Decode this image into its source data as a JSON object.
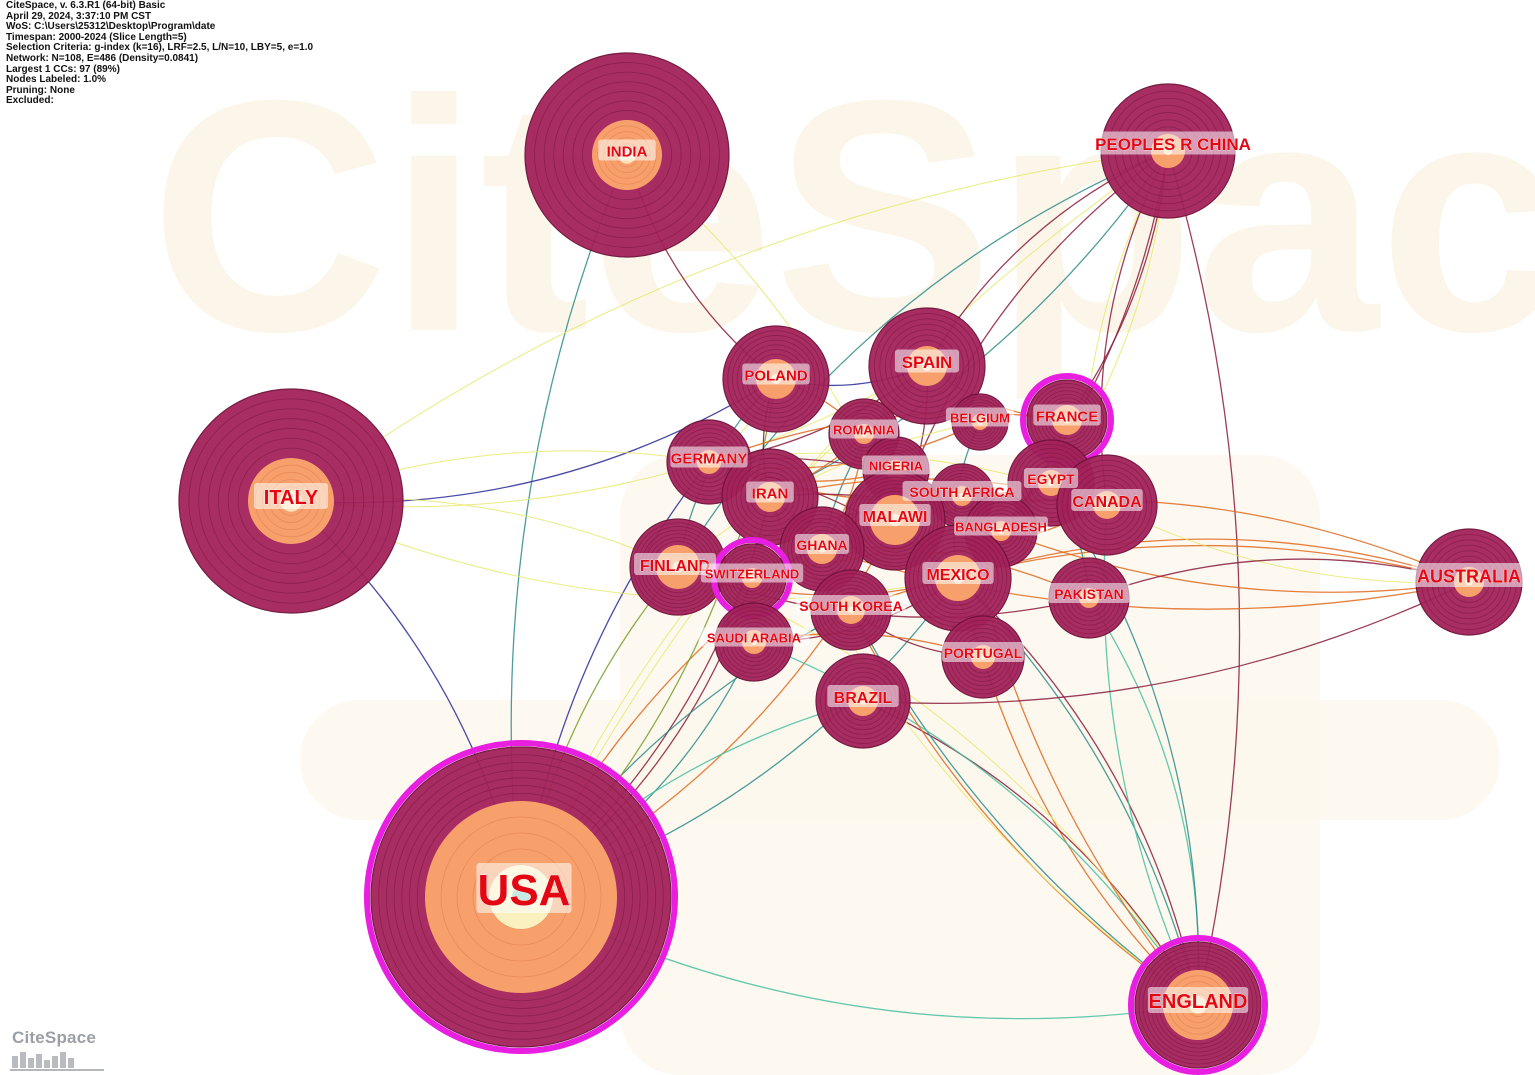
{
  "info": [
    "CiteSpace, v. 6.3.R1 (64-bit) Basic",
    "April 29, 2024, 3:37:10 PM CST",
    "WoS: C:\\Users\\25312\\Desktop\\Program\\date",
    "Timespan: 2000-2024 (Slice Length=5)",
    "Selection Criteria: g-index (k=16), LRF=2.5, L/N=10, LBY=5, e=1.0",
    "Network: N=108, E=486 (Density=0.0841)",
    "Largest 1 CCs: 97 (89%)",
    "Nodes Labeled: 1.0%",
    "Pruning: None",
    "Excluded:"
  ],
  "watermark": "CiteSpace",
  "logo_text": "CiteSpace",
  "colors": {
    "ring_dark": "#a3225a",
    "ring_mid": "#b13064",
    "core": "#f7a06c",
    "center": "#fbf0c0",
    "centrality": "#e81ee0",
    "label": "#e30613",
    "links": [
      "#2e8b8b",
      "#7a9d2e",
      "#e8e86a",
      "#e06a20",
      "#8a1c3c",
      "#2a2a9a",
      "#48c0a0"
    ]
  },
  "nodes": [
    {
      "id": "USA",
      "label": "USA",
      "size": "xl",
      "centrality": true
    },
    {
      "id": "ITALY",
      "label": "ITALY",
      "size": "l",
      "centrality": false
    },
    {
      "id": "INDIA",
      "label": "INDIA",
      "size": "l",
      "centrality": false
    },
    {
      "id": "CHINA",
      "label": "PEOPLES R CHINA",
      "size": "m",
      "centrality": false
    },
    {
      "id": "ENGLAND",
      "label": "ENGLAND",
      "size": "m",
      "centrality": true
    },
    {
      "id": "AUSTRALIA",
      "label": "AUSTRALIA",
      "size": "s",
      "centrality": false
    },
    {
      "id": "SPAIN",
      "label": "SPAIN",
      "size": "s",
      "centrality": false
    },
    {
      "id": "POLAND",
      "label": "POLAND",
      "size": "s",
      "centrality": false
    },
    {
      "id": "FRANCE",
      "label": "FRANCE",
      "size": "s",
      "centrality": true
    },
    {
      "id": "GERMANY",
      "label": "GERMANY",
      "size": "s",
      "centrality": false
    },
    {
      "id": "ROMANIA",
      "label": "ROMANIA",
      "size": "xs",
      "centrality": false
    },
    {
      "id": "BELGIUM",
      "label": "BELGIUM",
      "size": "xs",
      "centrality": false
    },
    {
      "id": "NIGERIA",
      "label": "NIGERIA",
      "size": "xs",
      "centrality": false
    },
    {
      "id": "IRAN",
      "label": "IRAN",
      "size": "s",
      "centrality": false
    },
    {
      "id": "SOUTHAFRICA",
      "label": "SOUTH AFRICA",
      "size": "xs",
      "centrality": false
    },
    {
      "id": "EGYPT",
      "label": "EGYPT",
      "size": "xs",
      "centrality": false
    },
    {
      "id": "CANADA",
      "label": "CANADA",
      "size": "s",
      "centrality": false
    },
    {
      "id": "MALAWI",
      "label": "MALAWI",
      "size": "s",
      "centrality": false
    },
    {
      "id": "BANGLADESH",
      "label": "BANGLADESH",
      "size": "xs",
      "centrality": false
    },
    {
      "id": "GHANA",
      "label": "GHANA",
      "size": "s",
      "centrality": false
    },
    {
      "id": "FINLAND",
      "label": "FINLAND",
      "size": "s",
      "centrality": false
    },
    {
      "id": "SWITZERLAND",
      "label": "SWITZERLAND",
      "size": "xs",
      "centrality": true
    },
    {
      "id": "MEXICO",
      "label": "MEXICO",
      "size": "s",
      "centrality": false
    },
    {
      "id": "SOUTHKOREA",
      "label": "SOUTH KOREA",
      "size": "xs",
      "centrality": false
    },
    {
      "id": "PAKISTAN",
      "label": "PAKISTAN",
      "size": "xs",
      "centrality": false
    },
    {
      "id": "SAUDIARABIA",
      "label": "SAUDI ARABIA",
      "size": "xs",
      "centrality": false
    },
    {
      "id": "PORTUGAL",
      "label": "PORTUGAL",
      "size": "xs",
      "centrality": false
    },
    {
      "id": "BRAZIL",
      "label": "BRAZIL",
      "size": "s",
      "centrality": false
    }
  ],
  "edges": [
    [
      "USA",
      "ITALY",
      5
    ],
    [
      "USA",
      "INDIA",
      0
    ],
    [
      "USA",
      "ENGLAND",
      6
    ],
    [
      "USA",
      "FINLAND",
      1
    ],
    [
      "USA",
      "SWITZERLAND",
      4
    ],
    [
      "USA",
      "GERMANY",
      5
    ],
    [
      "USA",
      "SAUDIARABIA",
      0
    ],
    [
      "USA",
      "GHANA",
      3
    ],
    [
      "USA",
      "IRAN",
      4
    ],
    [
      "USA",
      "SOUTHKOREA",
      0
    ],
    [
      "USA",
      "MALAWI",
      3
    ],
    [
      "USA",
      "SPAIN",
      2
    ],
    [
      "USA",
      "POLAND",
      1
    ],
    [
      "USA",
      "CHINA",
      2
    ],
    [
      "USA",
      "MEXICO",
      0
    ],
    [
      "USA",
      "BRAZIL",
      6
    ],
    [
      "ITALY",
      "POLAND",
      5
    ],
    [
      "ITALY",
      "CHINA",
      2
    ],
    [
      "ITALY",
      "SPAIN",
      2
    ],
    [
      "ITALY",
      "FINLAND",
      2
    ],
    [
      "ITALY",
      "MEXICO",
      2
    ],
    [
      "ITALY",
      "GERMANY",
      2
    ],
    [
      "INDIA",
      "POLAND",
      4
    ],
    [
      "INDIA",
      "MALAWI",
      2
    ],
    [
      "CHINA",
      "SPAIN",
      4
    ],
    [
      "CHINA",
      "FRANCE",
      4
    ],
    [
      "CHINA",
      "CANADA",
      4
    ],
    [
      "CHINA",
      "ENGLAND",
      4
    ],
    [
      "CHINA",
      "MALAWI",
      4
    ],
    [
      "CHINA",
      "IRAN",
      0
    ],
    [
      "CHINA",
      "FINLAND",
      0
    ],
    [
      "CHINA",
      "EGYPT",
      2
    ],
    [
      "CHINA",
      "PAKISTAN",
      2
    ],
    [
      "CHINA",
      "BANGLADESH",
      4
    ],
    [
      "ENGLAND",
      "MEXICO",
      4
    ],
    [
      "ENGLAND",
      "PORTUGAL",
      3
    ],
    [
      "ENGLAND",
      "BRAZIL",
      4
    ],
    [
      "ENGLAND",
      "GHANA",
      0
    ],
    [
      "ENGLAND",
      "SAUDIARABIA",
      6
    ],
    [
      "ENGLAND",
      "SOUTHKOREA",
      3
    ],
    [
      "ENGLAND",
      "MALAWI",
      0
    ],
    [
      "ENGLAND",
      "CANADA",
      6
    ],
    [
      "ENGLAND",
      "PAKISTAN",
      6
    ],
    [
      "ENGLAND",
      "IRAN",
      2
    ],
    [
      "ENGLAND",
      "FINLAND",
      2
    ],
    [
      "ENGLAND",
      "SOUTHAFRICA",
      3
    ],
    [
      "ENGLAND",
      "EGYPT",
      0
    ],
    [
      "AUSTRALIA",
      "BRAZIL",
      4
    ],
    [
      "AUSTRALIA",
      "MALAWI",
      3
    ],
    [
      "AUSTRALIA",
      "GHANA",
      3
    ],
    [
      "AUSTRALIA",
      "MEXICO",
      3
    ],
    [
      "AUSTRALIA",
      "BANGLADESH",
      3
    ],
    [
      "AUSTRALIA",
      "SOUTHKOREA",
      3
    ],
    [
      "AUSTRALIA",
      "CANADA",
      2
    ],
    [
      "AUSTRALIA",
      "PAKISTAN",
      4
    ],
    [
      "SPAIN",
      "GERMANY",
      4
    ],
    [
      "SPAIN",
      "FRANCE",
      3
    ],
    [
      "SPAIN",
      "IRAN",
      3
    ],
    [
      "SPAIN",
      "GHANA",
      0
    ],
    [
      "SPAIN",
      "MALAWI",
      4
    ],
    [
      "POLAND",
      "IRAN",
      4
    ],
    [
      "POLAND",
      "ROMANIA",
      3
    ],
    [
      "POLAND",
      "SPAIN",
      5
    ],
    [
      "POLAND",
      "GERMANY",
      2
    ],
    [
      "POLAND",
      "FINLAND",
      0
    ],
    [
      "GERMANY",
      "FRANCE",
      3
    ],
    [
      "GERMANY",
      "NIGERIA",
      3
    ],
    [
      "GERMANY",
      "MEXICO",
      4
    ],
    [
      "GERMANY",
      "EGYPT",
      3
    ],
    [
      "GERMANY",
      "CANADA",
      2
    ],
    [
      "GERMANY",
      "BELGIUM",
      3
    ],
    [
      "GERMANY",
      "SOUTHAFRICA",
      4
    ],
    [
      "IRAN",
      "MEXICO",
      3
    ],
    [
      "IRAN",
      "CANADA",
      3
    ],
    [
      "IRAN",
      "SOUTHKOREA",
      3
    ],
    [
      "IRAN",
      "BANGLADESH",
      4
    ],
    [
      "FINLAND",
      "MEXICO",
      3
    ],
    [
      "FINLAND",
      "CANADA",
      4
    ],
    [
      "FINLAND",
      "EGYPT",
      3
    ],
    [
      "FINLAND",
      "BELGIUM",
      2
    ],
    [
      "FINLAND",
      "PAKISTAN",
      4
    ],
    [
      "SWITZERLAND",
      "SOUTHAFRICA",
      3
    ],
    [
      "SWITZERLAND",
      "NIGERIA",
      4
    ],
    [
      "GHANA",
      "PAKISTAN",
      3
    ],
    [
      "GHANA",
      "CANADA",
      3
    ],
    [
      "MALAWI",
      "PORTUGAL",
      3
    ],
    [
      "SOUTHKOREA",
      "PORTUGAL",
      4
    ],
    [
      "SAUDIARABIA",
      "PORTUGAL",
      3
    ],
    [
      "SAUDIARABIA",
      "MEXICO",
      4
    ],
    [
      "FRANCE",
      "MEXICO",
      4
    ],
    [
      "CANADA",
      "MEXICO",
      3
    ],
    [
      "EGYPT",
      "PAKISTAN",
      0
    ],
    [
      "BELGIUM",
      "MEXICO",
      0
    ],
    [
      "ROMANIA",
      "GHANA",
      3
    ],
    [
      "NIGERIA",
      "GHANA",
      4
    ]
  ]
}
